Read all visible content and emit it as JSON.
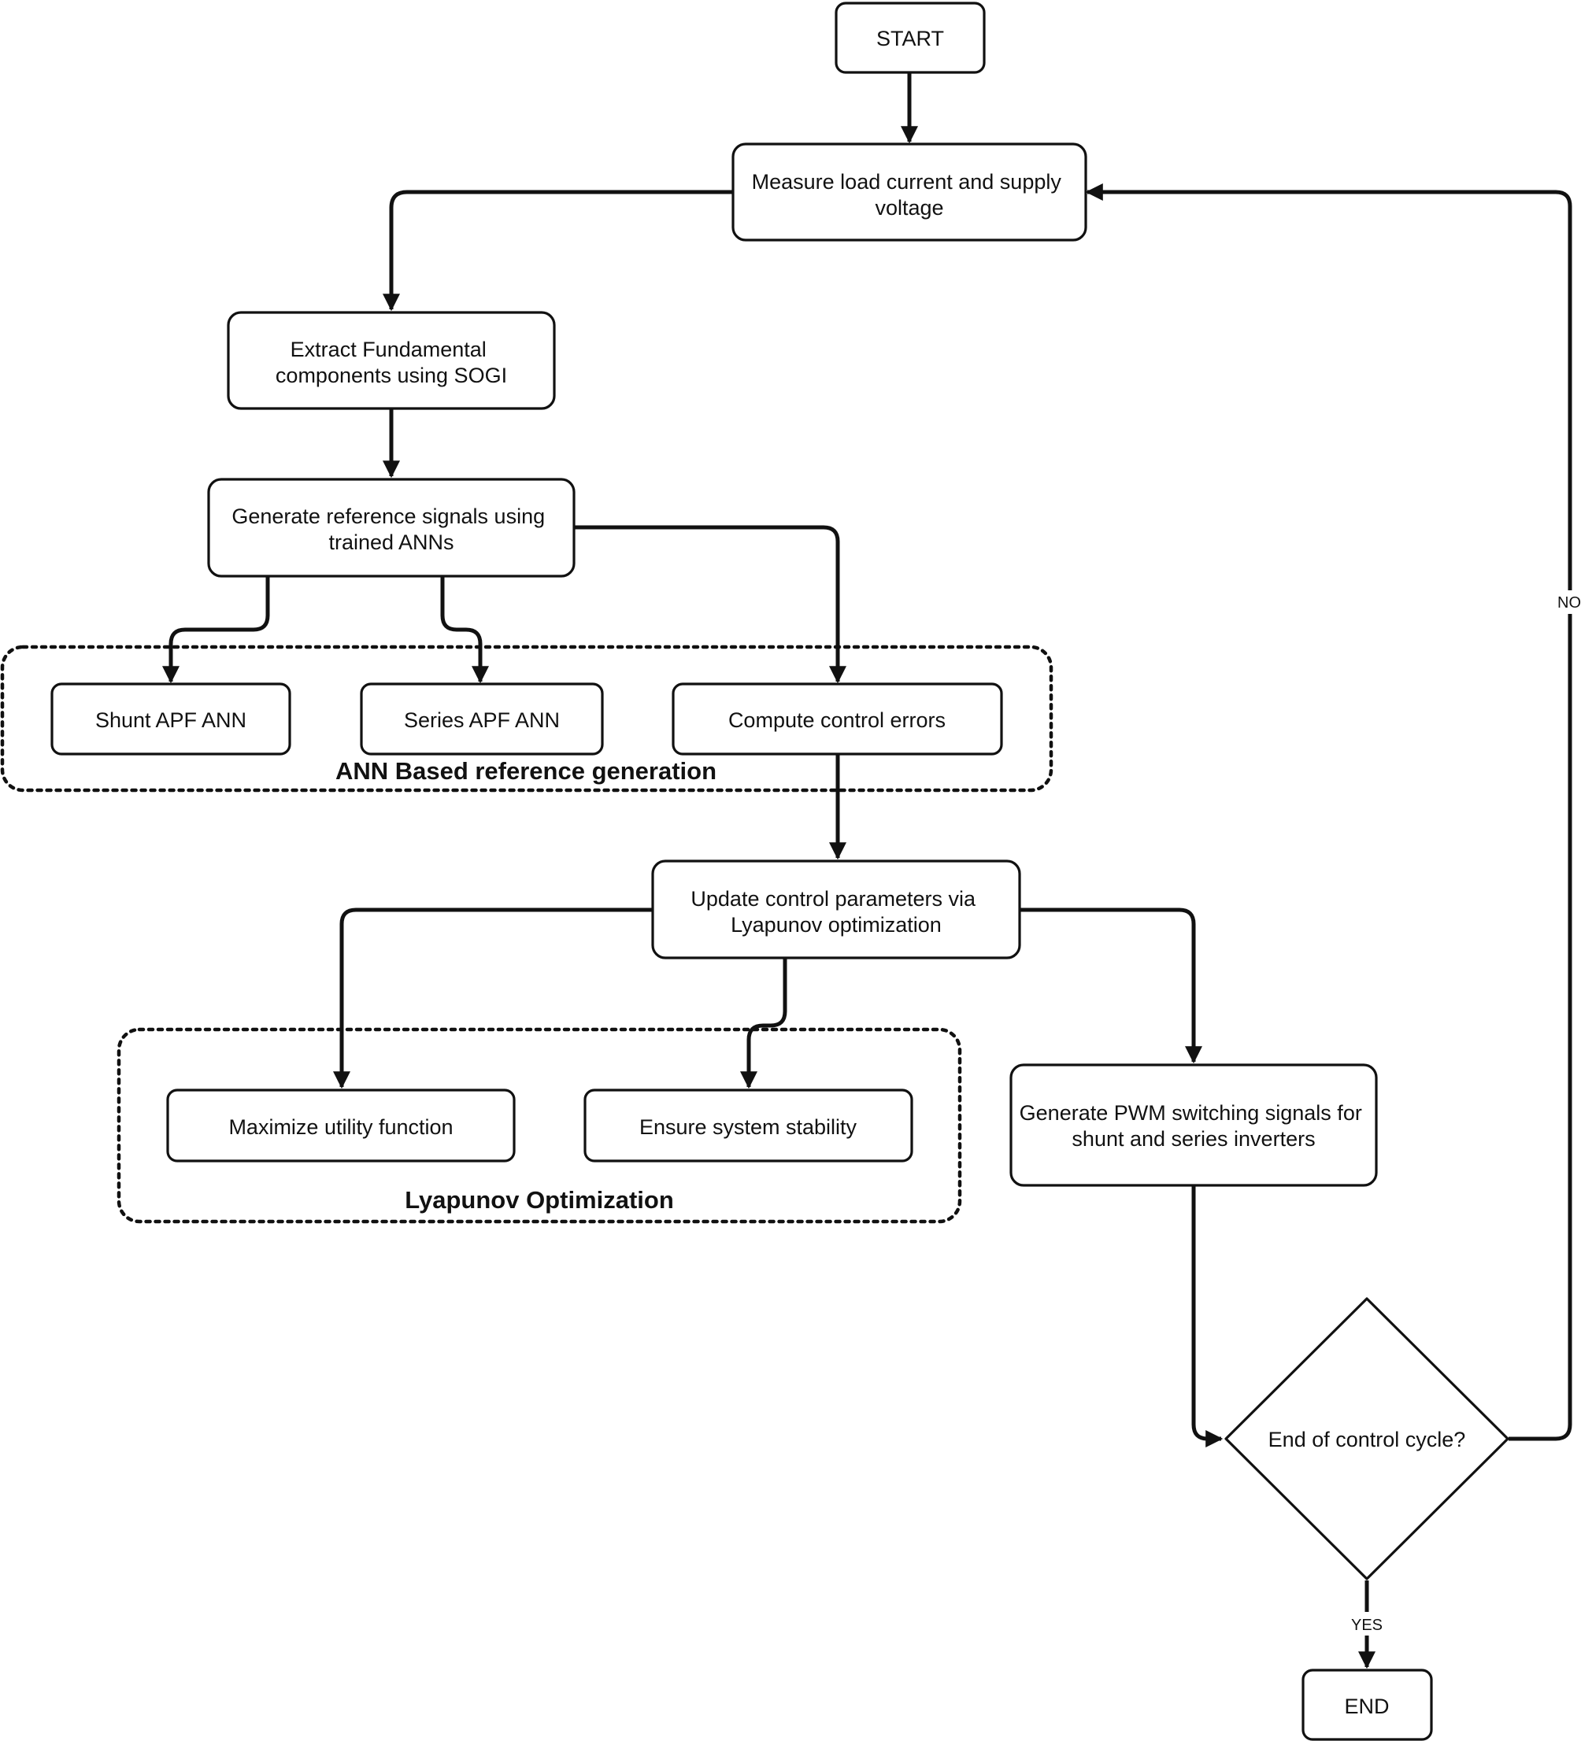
{
  "diagram": {
    "nodes": {
      "start": {
        "label": "START"
      },
      "measure": {
        "line1": "Measure load current and supply",
        "line2": "voltage"
      },
      "extract": {
        "line1": "Extract Fundamental",
        "line2": "components using SOGI"
      },
      "generate_ref": {
        "line1": "Generate reference signals using",
        "line2": "trained ANNs"
      },
      "shunt_ann": {
        "label": "Shunt APF ANN"
      },
      "series_ann": {
        "label": "Series APF ANN"
      },
      "compute_errors": {
        "label": "Compute control errors"
      },
      "update_params": {
        "line1": "Update control parameters via",
        "line2": "Lyapunov optimization"
      },
      "maximize": {
        "label": "Maximize utility function"
      },
      "stability": {
        "label": "Ensure system stability"
      },
      "pwm": {
        "line1": "Generate PWM switching signals for",
        "line2": "shunt and series inverters"
      },
      "decision": {
        "label": "End of control cycle?"
      },
      "end": {
        "label": "END"
      }
    },
    "groups": {
      "ann": {
        "title": "ANN Based reference generation"
      },
      "lyapunov": {
        "title": "Lyapunov Optimization"
      }
    },
    "edge_labels": {
      "no": "NO",
      "yes": "YES"
    }
  }
}
